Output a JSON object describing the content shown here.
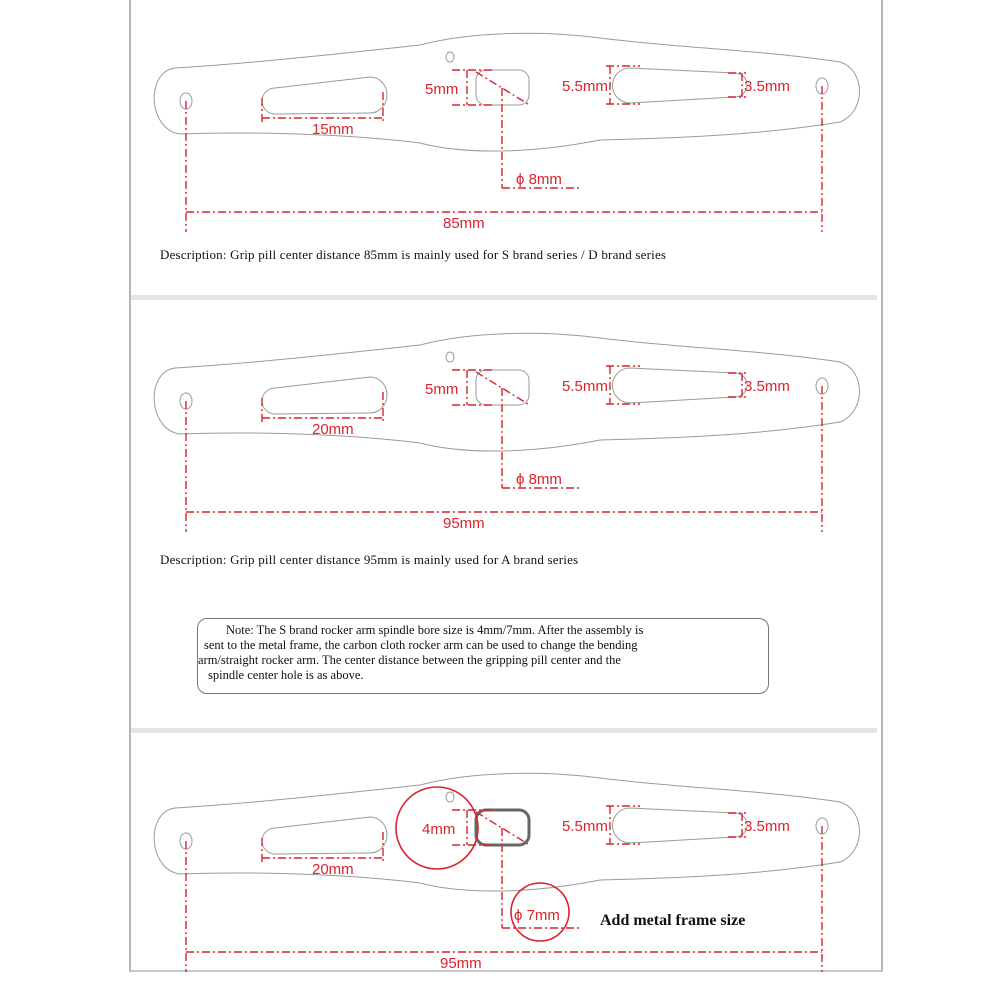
{
  "colors": {
    "dimension": "#d9232e",
    "outline": "#9a9a9a"
  },
  "panel1": {
    "slot_length": "15mm",
    "rect_height": "5mm",
    "right_slot_big": "5.5mm",
    "right_slot_small": "3.5mm",
    "bore": "ϕ 8mm",
    "center_distance": "85mm",
    "description": "Description: Grip pill center distance 85mm is mainly used for S brand series / D brand series"
  },
  "panel2": {
    "slot_length": "20mm",
    "rect_height": "5mm",
    "right_slot_big": "5.5mm",
    "right_slot_small": "3.5mm",
    "bore": "ϕ 8mm",
    "center_distance": "95mm",
    "description": "Description: Grip pill center distance 95mm is mainly used for A brand series"
  },
  "note": {
    "lines": [
      "Note: The S brand rocker arm spindle bore size is 4mm/7mm. After the assembly is",
      "sent to the metal frame, the carbon cloth  rocker arm can be used to change the bending",
      "arm/straight rocker arm. The center distance between the gripping pill center and the",
      "spindle center hole is as above."
    ]
  },
  "panel3": {
    "slot_length": "20mm",
    "rect_height": "4mm",
    "right_slot_big": "5.5mm",
    "right_slot_small": "3.5mm",
    "bore": "ϕ 7mm",
    "center_distance": "95mm",
    "caption": "Add metal frame size"
  }
}
